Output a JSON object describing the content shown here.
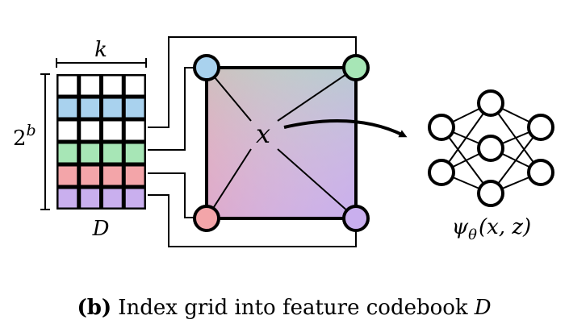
{
  "codebook": {
    "width_label": "k",
    "height_label_base": "2",
    "height_label_exp": "b",
    "name_label": "D",
    "row_colors": [
      "#ffffff",
      "#a9d2ee",
      "#ffffff",
      "#a7e6b6",
      "#f3a5a9",
      "#c9afee"
    ],
    "rows": 6,
    "cols": 4
  },
  "grid_cell": {
    "point_label": "x",
    "corner_colors": {
      "top_left": "#a9d2ee",
      "top_right": "#a7e6b6",
      "bottom_left": "#f3a5a9",
      "bottom_right": "#c9afee"
    }
  },
  "network": {
    "label_func": "ψ",
    "label_sub": "θ",
    "label_args": "(x, z)"
  },
  "caption": {
    "tag": "(b)",
    "text": "Index grid into feature codebook",
    "var": "D"
  }
}
